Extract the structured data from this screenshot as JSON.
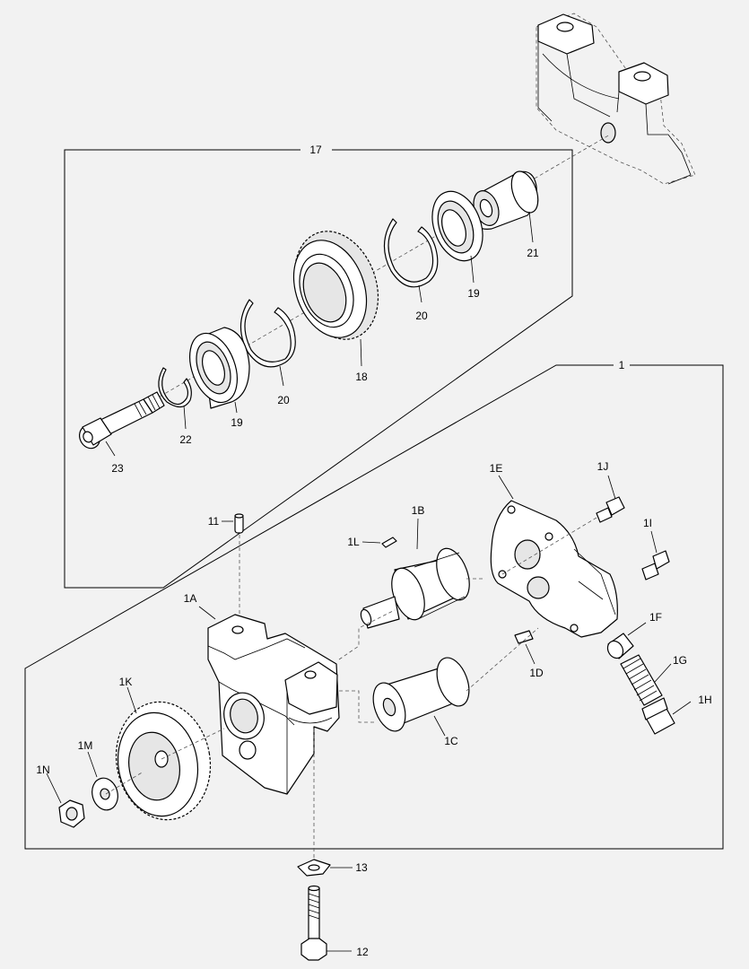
{
  "colors": {
    "background": "#f2f2f2",
    "line": "#000000"
  },
  "callouts": {
    "c17": "17",
    "c1": "1",
    "c21": "21",
    "c19a": "19",
    "c20a": "20",
    "c18": "18",
    "c20b": "20",
    "c19b": "19",
    "c22": "22",
    "c23": "23",
    "c1E": "1E",
    "c1J": "1J",
    "c1I": "1I",
    "c1B": "1B",
    "c1L": "1L",
    "c11": "11",
    "c1A": "1A",
    "c1F": "1F",
    "c1G": "1G",
    "c1D": "1D",
    "c1H": "1H",
    "c1K": "1K",
    "c1C": "1C",
    "c1M": "1M",
    "c1N": "1N",
    "c13": "13",
    "c12": "12"
  }
}
